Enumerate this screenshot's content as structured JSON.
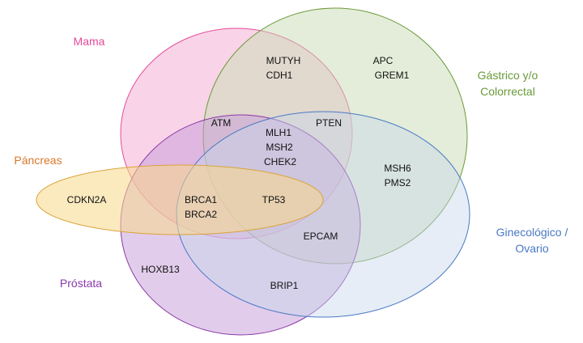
{
  "sets": {
    "mama": {
      "label": "Mama",
      "color": "#e64a9a"
    },
    "gastrico": {
      "label_lines": [
        "Gástrico y/o",
        "Colorrectal"
      ],
      "color": "#6a9a3a"
    },
    "pancreas": {
      "label": "Páncreas",
      "color": "#d9782a"
    },
    "ginecologico": {
      "label_lines": [
        "Ginecológico /",
        "Ovario"
      ],
      "color": "#4a79c4"
    },
    "prostata": {
      "label": "Próstata",
      "color": "#8a3aa8"
    }
  },
  "genes": {
    "mutyh": "MUTYH",
    "cdh1": "CDH1",
    "apc": "APC",
    "grem1": "GREM1",
    "atm": "ATM",
    "mlh1": "MLH1",
    "msh2": "MSH2",
    "chek2": "CHEK2",
    "pten": "PTEN",
    "msh6": "MSH6",
    "pms2": "PMS2",
    "cdkn2a": "CDKN2A",
    "brca1": "BRCA1",
    "brca2": "BRCA2",
    "tp53": "TP53",
    "epcam": "EPCAM",
    "hoxb13": "HOXB13",
    "brip1": "BRIP1"
  }
}
